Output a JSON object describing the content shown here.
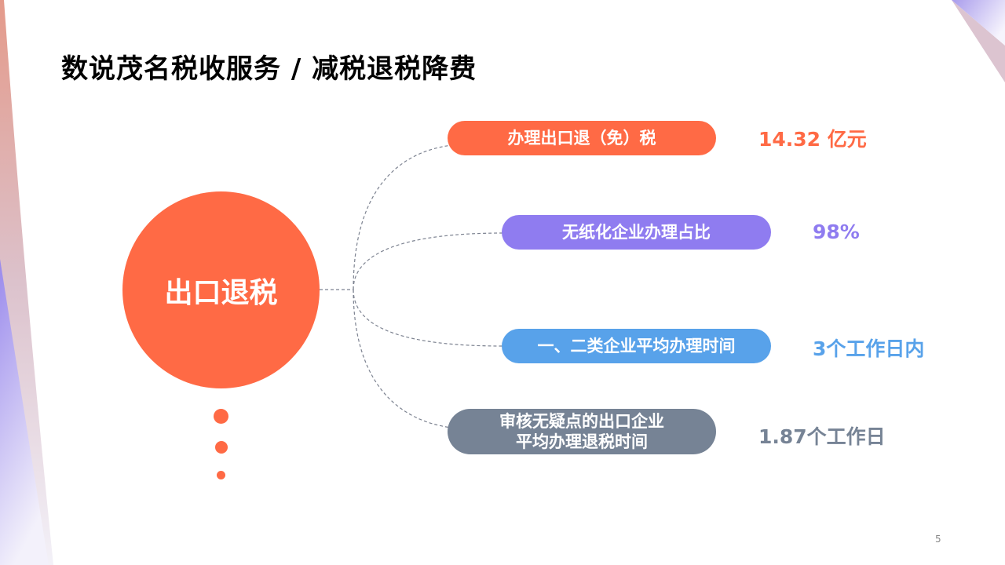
{
  "title": "数说茂名税收服务 / 减税退税降费",
  "center": {
    "label": "出口退税",
    "color": "#ff6a45"
  },
  "items": [
    {
      "label": "办理出口退（免）税",
      "value": "14.32 亿元",
      "color": "#ff6a45"
    },
    {
      "label": "无纸化企业办理占比",
      "value": "98%",
      "color": "#8f7cf0"
    },
    {
      "label": "一、二类企业平均办理时间",
      "value": "3个工作日内",
      "color": "#58a2ea"
    },
    {
      "label_line1": "审核无疑点的出口企业",
      "label_line2": "平均办理退税时间",
      "value": "1.87个工作日",
      "color": "#768395"
    }
  ],
  "page_number": "5"
}
